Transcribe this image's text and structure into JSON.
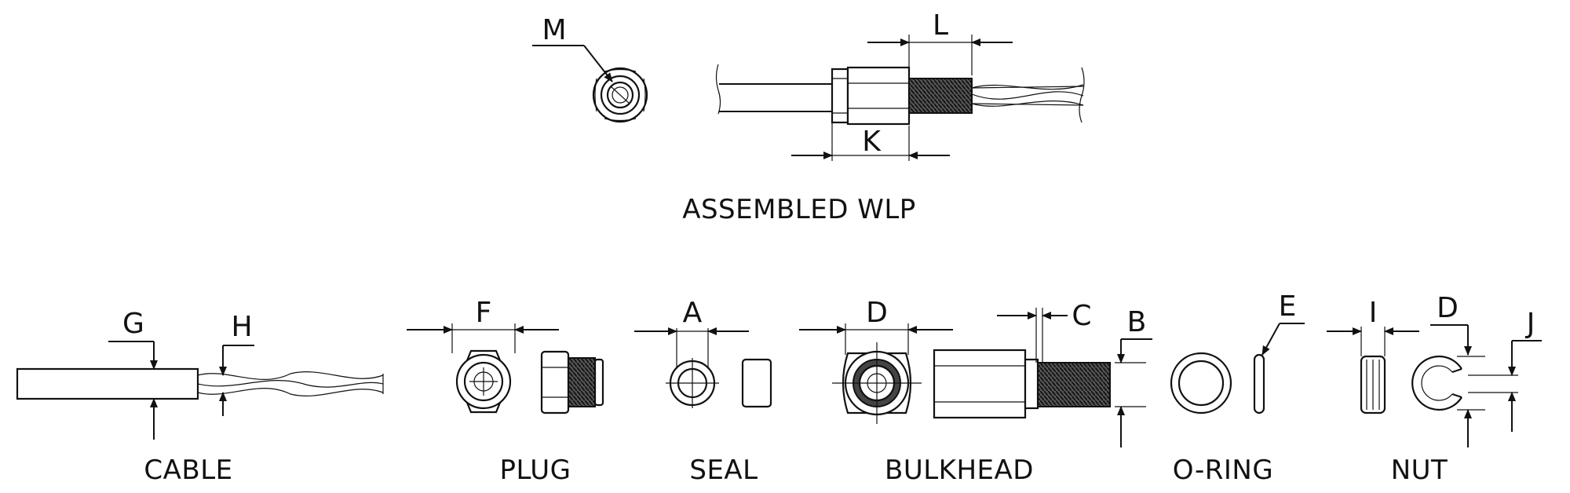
{
  "diagram": {
    "heading": "ASSEMBLED WLP",
    "parts": [
      {
        "id": "cable",
        "label": "CABLE"
      },
      {
        "id": "plug",
        "label": "PLUG"
      },
      {
        "id": "seal",
        "label": "SEAL"
      },
      {
        "id": "bulkhead",
        "label": "BULKHEAD"
      },
      {
        "id": "oring",
        "label": "O-RING"
      },
      {
        "id": "nut",
        "label": "NUT"
      }
    ],
    "dimensions": {
      "M": "M",
      "L": "L",
      "K": "K",
      "G": "G",
      "H": "H",
      "F": "F",
      "A": "A",
      "D": "D",
      "C": "C",
      "B": "B",
      "E": "E",
      "I": "I",
      "D2": "D",
      "J": "J"
    }
  }
}
